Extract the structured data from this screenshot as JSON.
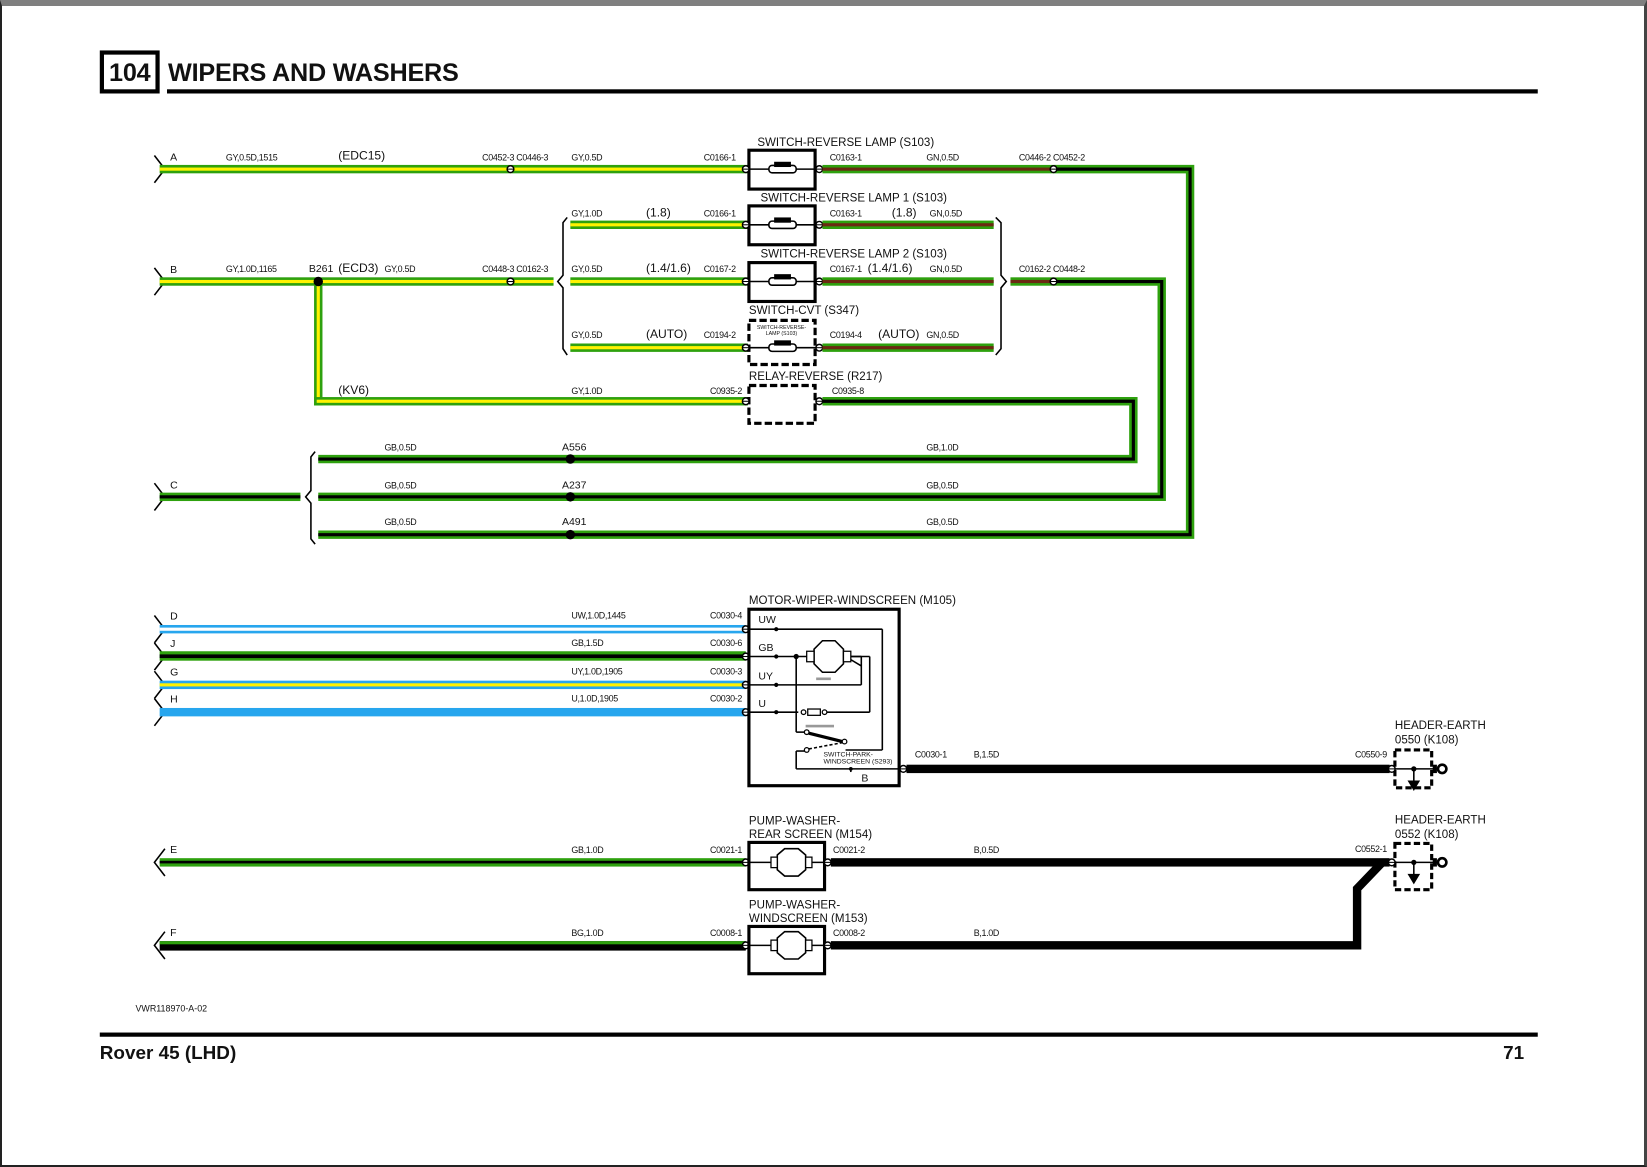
{
  "header": {
    "section_number": "104",
    "title": "WIPERS AND WASHERS"
  },
  "footer": {
    "model": "Rover 45 (LHD)",
    "page_number": "71",
    "drawing_ref": "VWR118970-A-02"
  },
  "colors": {
    "green": "#2ea10e",
    "yellow": "#fff200",
    "brown": "#6b2a12",
    "black": "#000000",
    "blue": "#27a6ee",
    "white": "#ffffff",
    "grey": "#999999"
  },
  "connections": {
    "A": {
      "letter": "A",
      "wire": "GY,0.5D,1515",
      "variant": "(EDC15)",
      "conn_in": "C0452-3 C0446-3",
      "wire2": "GY,0.5D",
      "pin_left": "C0166-1"
    },
    "B": {
      "letter": "B",
      "wire": "GY,1.0D,1165",
      "splice": "B261",
      "variant": "(ECD3)",
      "wire2": "GY,0.5D",
      "conn_in": "C0448-3 C0162-3"
    },
    "C": {
      "letter": "C"
    },
    "D": {
      "letter": "D",
      "wire": "UW,1.0D,1445",
      "pin": "C0030-4"
    },
    "J": {
      "letter": "J",
      "wire": "GB,1.5D",
      "pin": "C0030-6"
    },
    "G": {
      "letter": "G",
      "wire": "UY,1.0D,1905",
      "pin": "C0030-3"
    },
    "H": {
      "letter": "H",
      "wire": "U,1.0D,1905",
      "pin": "C0030-2"
    },
    "E": {
      "letter": "E",
      "wire": "GB,1.0D",
      "pin": "C0021-1"
    },
    "F": {
      "letter": "F",
      "wire": "BG,1.0D",
      "pin": "C0008-1"
    }
  },
  "switches": [
    {
      "name": "SWITCH-REVERSE LAMP (S103)",
      "pin_in": "C0166-1",
      "pin_out": "C0163-1",
      "wire_out": "GN,0.5D",
      "variant": ""
    },
    {
      "name": "SWITCH-REVERSE LAMP 1 (S103)",
      "wire_in": "GY,1.0D",
      "variant_in": "(1.8)",
      "pin_in": "C0166-1",
      "pin_out": "C0163-1",
      "variant": "(1.8)",
      "wire_out": "GN,0.5D"
    },
    {
      "name": "SWITCH-REVERSE LAMP 2 (S103)",
      "wire_in": "GY,0.5D",
      "variant_in": "(1.4/1.6)",
      "pin_in": "C0167-2",
      "pin_out": "C0167-1",
      "variant": "(1.4/1.6)",
      "wire_out": "GN,0.5D"
    },
    {
      "name": "SWITCH-CVT (S347)",
      "inner_label_1": "SWITCH-REVERSE-",
      "inner_label_2": "LAMP (S103)",
      "wire_in": "GY,0.5D",
      "variant_in": "(AUTO)",
      "pin_in": "C0194-2",
      "pin_out": "C0194-4",
      "variant": "(AUTO)",
      "wire_out": "GN,0.5D"
    }
  ],
  "relay": {
    "name": "RELAY-REVERSE (R217)",
    "variant": "(KV6)",
    "wire_in": "GY,1.0D",
    "pin_in": "C0935-2",
    "pin_out": "C0935-8"
  },
  "right_connectors": {
    "top": "C0446-2 C0452-2",
    "mid": "C0162-2 C0448-2"
  },
  "earth_rows": [
    {
      "wire_left": "GB,0.5D",
      "splice": "A556",
      "wire_right": "GB,1.0D"
    },
    {
      "wire_left": "GB,0.5D",
      "splice": "A237",
      "wire_right": "GB,0.5D"
    },
    {
      "wire_left": "GB,0.5D",
      "splice": "A491",
      "wire_right": "GB,0.5D"
    }
  ],
  "motor": {
    "name": "MOTOR-WIPER-WINDSCREEN (M105)",
    "terminals": [
      "UW",
      "GB",
      "UY",
      "U"
    ],
    "park_switch_1": "SWITCH-PARK-",
    "park_switch_2": "WINDSCREEN (S293)",
    "terminal_out": "B",
    "pin_out": "C0030-1",
    "wire_out": "B,1.5D"
  },
  "pump_rear": {
    "name_1": "PUMP-WASHER-",
    "name_2": "REAR SCREEN (M154)",
    "pin_out": "C0021-2",
    "wire_out": "B,0.5D"
  },
  "pump_front": {
    "name_1": "PUMP-WASHER-",
    "name_2": "WINDSCREEN (M153)",
    "pin_out": "C0008-2",
    "wire_out": "B,1.0D"
  },
  "earth_headers": [
    {
      "name_1": "HEADER-EARTH",
      "name_2": "0550 (K108)",
      "pin": "C0550-9"
    },
    {
      "name_1": "HEADER-EARTH",
      "name_2": "0552 (K108)",
      "pin": "C0552-1"
    }
  ]
}
